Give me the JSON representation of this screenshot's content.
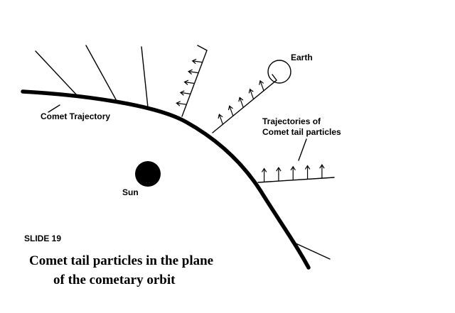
{
  "labels": {
    "earth": "Earth",
    "comet_trajectory": "Comet Trajectory",
    "tail_line1": "Trajectories of",
    "tail_line2": "Comet tail  particles",
    "sun": "Sun",
    "slide": "SLIDE 19"
  },
  "caption": {
    "line1": "Comet tail particles in the plane",
    "line2": "of the cometary orbit"
  }
}
